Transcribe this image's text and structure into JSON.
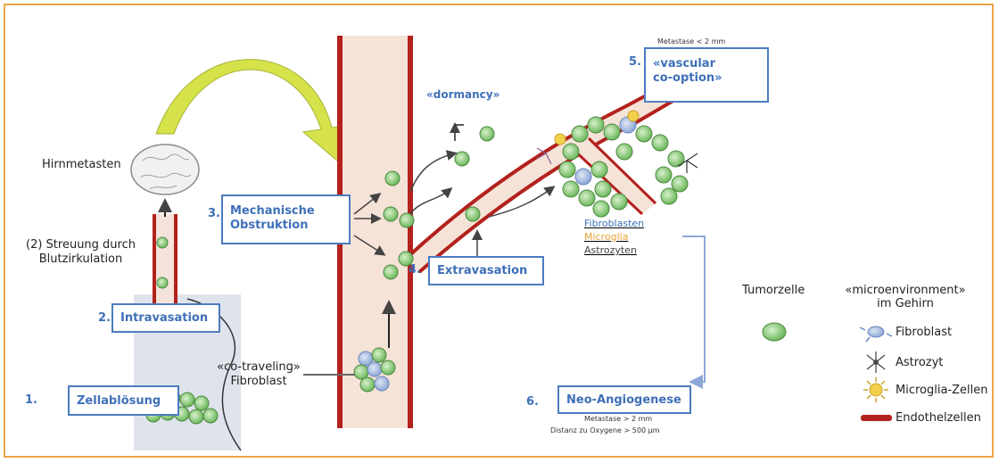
{
  "steps": [
    {
      "number": "1.",
      "label": "Zellablösung"
    },
    {
      "number": "2.",
      "label": "Intravasation"
    },
    {
      "number": "3.",
      "label_line1": "Mechanische",
      "label_line2": "Obstruktion"
    },
    {
      "number": "4.",
      "label": "Extravasation"
    },
    {
      "number": "5.",
      "label_line1": "«vascular",
      "label_line2": "co-option»"
    },
    {
      "number": "6.",
      "label": "Neo-Angiogenese"
    }
  ],
  "labels": {
    "hirnmetasten": "Hirnmetasten",
    "streuung_line1": "(2) Streuung durch",
    "streuung_line2": "Blutzirkulation",
    "co_traveling_line1": "«co-traveling»",
    "co_traveling_line2": "Fibroblast",
    "dormancy": "«dormancy»",
    "metastase_small": "Metastase < 2 mm",
    "metastase_large": "Metastase > 2 mm",
    "distanz": "Distanz zu Oxygene > 500 µm"
  },
  "cell_list": [
    {
      "text": "Fibroblasten",
      "color": "#3e70b8"
    },
    {
      "text": "Microglia",
      "color": "#e8a33a"
    },
    {
      "text": "Astrozyten",
      "color": "#444444"
    }
  ],
  "legend": {
    "tumorzelle": "Tumorzelle",
    "microenvironment_line1": "«microenvironment»",
    "microenvironment_line2": "im Gehirn",
    "items": [
      {
        "label": "Fibroblast",
        "icon": "fibroblast-icon"
      },
      {
        "label": "Astrozyt",
        "icon": "astrocyte-icon"
      },
      {
        "label": "Microglia-Zellen",
        "icon": "microglia-icon"
      },
      {
        "label": "Endothelzellen",
        "icon": "endothelial-icon"
      }
    ]
  },
  "colors": {
    "border": "#f0a64a",
    "box_border": "#4c7bc0",
    "vessel_wall": "#b3221d",
    "vessel_fill": "#f6e3d8",
    "tumor_cell": "#8fcf7e",
    "arrow_yellow": "#d6e24a"
  }
}
